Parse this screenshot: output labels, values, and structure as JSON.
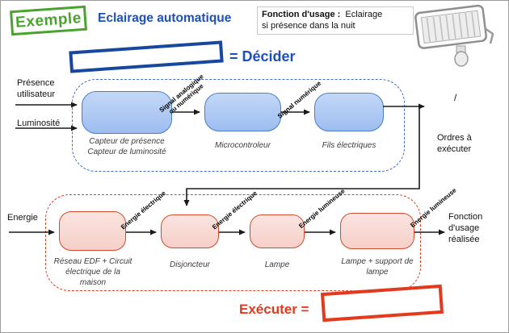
{
  "header": {
    "example_stamp": "Exemple",
    "title": "Eclairage automatique",
    "usage_label": "Fonction d'usage :",
    "usage_text": "Eclairage",
    "usage_line2": "si présence dans la nuit"
  },
  "decide": {
    "label": "= Décider"
  },
  "execute": {
    "label": "Exécuter ="
  },
  "info_chain": {
    "input1": "Présence\nutilisateur",
    "input2": "Luminosité",
    "box1_label": "Capteur de présence\nCapteur de luminosité",
    "box2_label": "Microcontroleur",
    "box3_label": "Fils électriques",
    "signal1": "Signal analogique\nou numérique",
    "signal2": "Signal numérique",
    "slash": "/",
    "orders": "Ordres à\nexécuter"
  },
  "energy_chain": {
    "input": "Energie",
    "box1_label": "Réseau EDF + Circuit\nélectrique de la\nmaison",
    "box2_label": "Disjoncteur",
    "box3_label": "Lampe",
    "box4_label": "Lampe + support de\nlampe",
    "flow1": "Energie électrique",
    "flow2": "Energie électrique",
    "flow3": "Energie lumineuse",
    "flow4": "Energie lumineuse",
    "output": "Fonction\nd'usage\nréalisée"
  },
  "colors": {
    "green": "#4aa32f",
    "title_blue": "#1d50bc",
    "stamp_blue": "#17489e",
    "red": "#e2391f",
    "box_blue_fill": "#aac6f2",
    "box_blue_border": "#4a7cc9",
    "box_red_fill": "#f9dcd7",
    "box_red_border": "#d14a30"
  }
}
